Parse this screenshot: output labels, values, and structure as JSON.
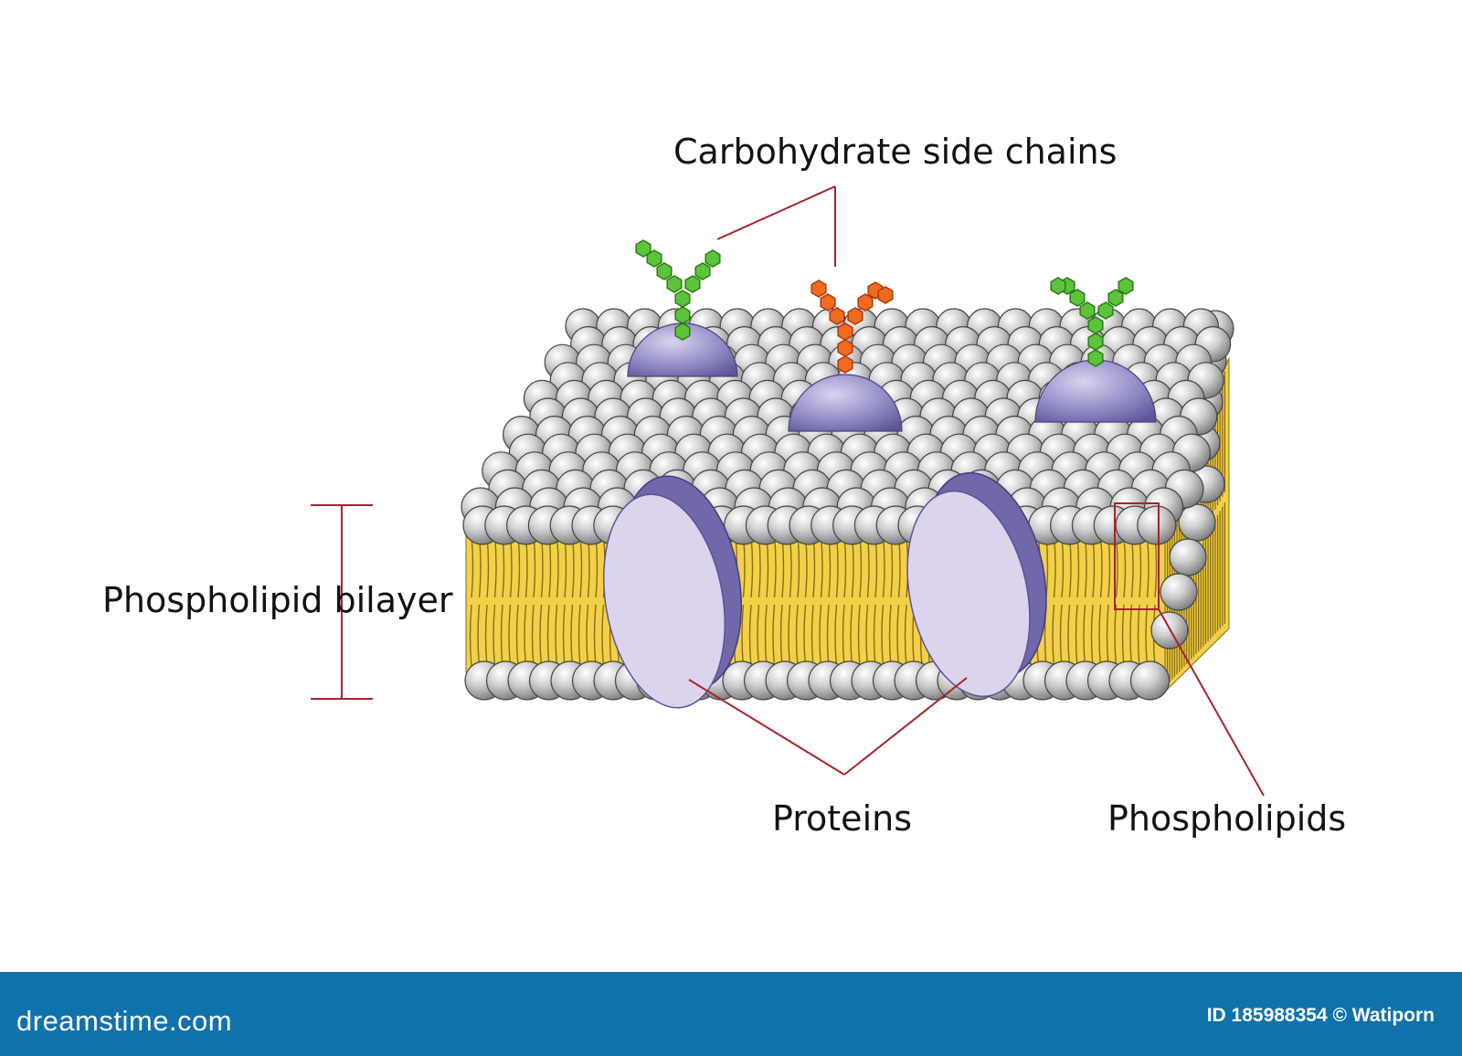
{
  "labels": {
    "carbohydrate": "Carbohydrate side chains",
    "bilayer": "Phospholipid bilayer",
    "proteins": "Proteins",
    "phospholipids": "Phospholipids"
  },
  "footer": {
    "brand": "dreamstime.com",
    "credit": "ID 185988354 © Watiporn"
  },
  "colors": {
    "head": "#bdbdbd",
    "tail": "#f2d04a",
    "protein_light": "#dcd3ec",
    "protein_dark": "#7068a8",
    "sugar_green": "#5cc33a",
    "sugar_orange": "#f06a20",
    "pointer": "#a8232b",
    "footer": "#0f72ad"
  }
}
